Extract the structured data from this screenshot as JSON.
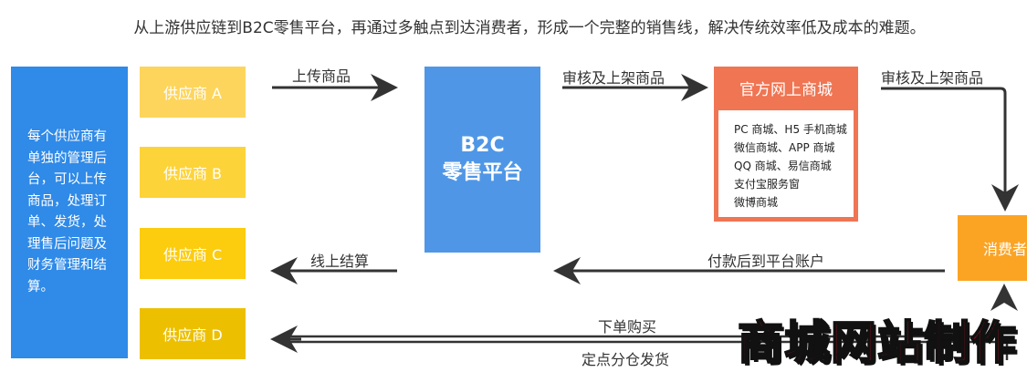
{
  "title": "从上游供应链到B2C零售平台，再通过多触点到达消费者，形成一个完整的销售线，解决传统效率低及成本的难题。",
  "left_panel": "每个供应商有单独的管理后台，可以上传商品，处理订单、发货，处理售后问题及财务管理和结算。",
  "suppliers": [
    "供应商 A",
    "供应商 B",
    "供应商 C",
    "供应商 D"
  ],
  "platform": {
    "line1": "B2C",
    "line2": "零售平台"
  },
  "mall": {
    "title": "官方网上商城",
    "items": [
      "PC 商城、H5 手机商城",
      "微信商城、APP 商城",
      "QQ 商城、易信商城",
      "支付宝服务窗",
      "微博商城"
    ]
  },
  "consumer": "消费者",
  "arrows": {
    "upload": "上传商品",
    "review1": "审核及上架商品",
    "review2": "审核及上架商品",
    "pay": "付款后到平台账户",
    "settle": "线上结算",
    "order": "下单购买",
    "ship": "定点分仓发货"
  },
  "watermark": "商城网站制作",
  "colors": {
    "blue": "#2f8ae8",
    "platform": "#4f97e6",
    "mall": "#f07553",
    "consumer": "#fba424"
  }
}
